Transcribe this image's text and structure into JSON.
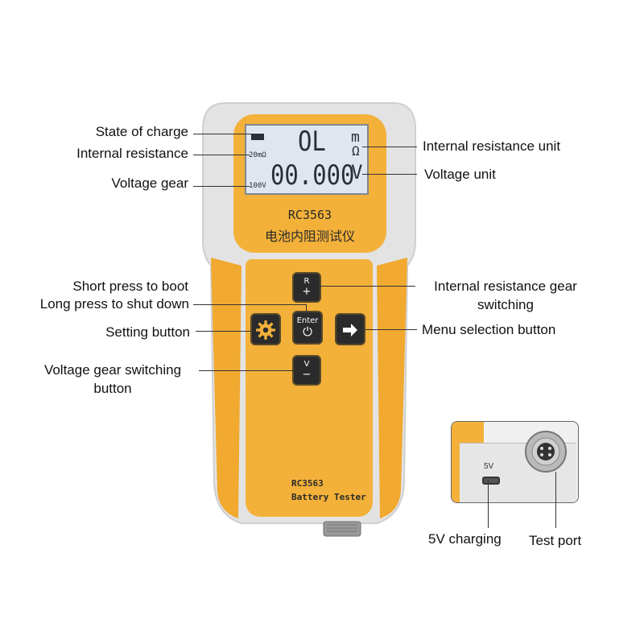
{
  "device": {
    "lcd_top_reading": "OL",
    "lcd_unit_m": "m",
    "lcd_unit_ohm": "Ω",
    "lcd_voltage_reading": "00.000",
    "lcd_voltage_unit": "V",
    "lcd_resistance_gear": "20mΩ",
    "lcd_voltage_gear": "100V",
    "model": "RC3563",
    "chinese_name": "电池内阻测试仪",
    "bottom_model": "RC3563",
    "bottom_name": "Battery Tester",
    "key_r_top": "R",
    "key_r_bottom": "+",
    "key_enter_top": "Enter",
    "key_enter_bottom": "⏻",
    "key_v_top": "V",
    "key_v_bottom": "−",
    "key_settings_icon": "gear-icon",
    "key_menu_icon": "arrow-right-icon",
    "body_color": "#f3b13a",
    "shell_color": "#e3e3e3"
  },
  "inset": {
    "port_label": "5V",
    "caption_left": "5V charging",
    "caption_right": "Test port"
  },
  "labels": {
    "state_of_charge": "State of charge",
    "internal_resistance": "Internal resistance",
    "voltage_gear": "Voltage gear",
    "internal_resistance_unit": "Internal resistance unit",
    "voltage_unit": "Voltage unit",
    "short_press": "Short press to boot",
    "long_press": "Long press to shut down",
    "setting_button": "Setting button",
    "voltage_gear_switching_1": "Voltage gear switching",
    "voltage_gear_switching_2": "button",
    "ir_gear_switching_1": "Internal resistance gear",
    "ir_gear_switching_2": "switching",
    "menu_selection": "Menu selection button"
  }
}
